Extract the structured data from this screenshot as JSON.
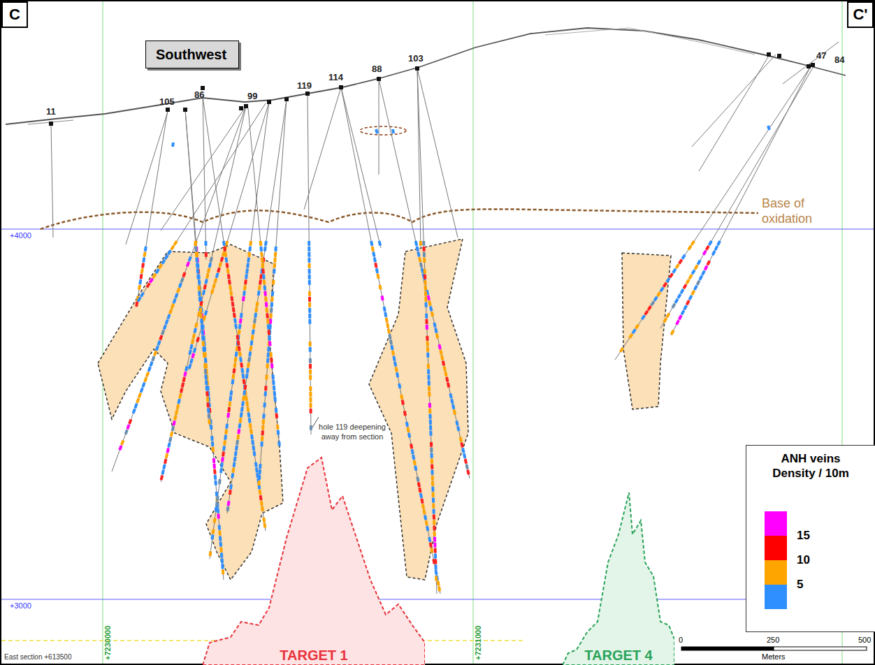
{
  "diagram": {
    "nodes": [
      {
        "text": [
          "C"
        ]
      },
      {
        "text": [
          "C'"
        ]
      },
      {
        "text": [
          "Southwest"
        ]
      },
      {
        "text": [
          "TARGET 1"
        ]
      },
      {
        "text": [
          "TARGET 4"
        ]
      },
      {
        "text": [
          "ANH veins Density / 10m"
        ]
      }
    ],
    "labels": [
      "11",
      "105",
      "86",
      "99",
      "119",
      "114",
      "88",
      "103",
      "47",
      "84",
      "Base of oxidation",
      "+4000",
      "+3000",
      "hole 119 deepening away from section",
      "+7230000",
      "+7231000",
      "East section +613500",
      "0",
      "250",
      "500",
      "Meters"
    ],
    "legend": [
      {
        "text": "15",
        "color": "#ff00ff"
      },
      {
        "text": "10",
        "color": "#ff0000"
      },
      {
        "text": "5",
        "color": "#ffa500"
      }
    ]
  }
}
